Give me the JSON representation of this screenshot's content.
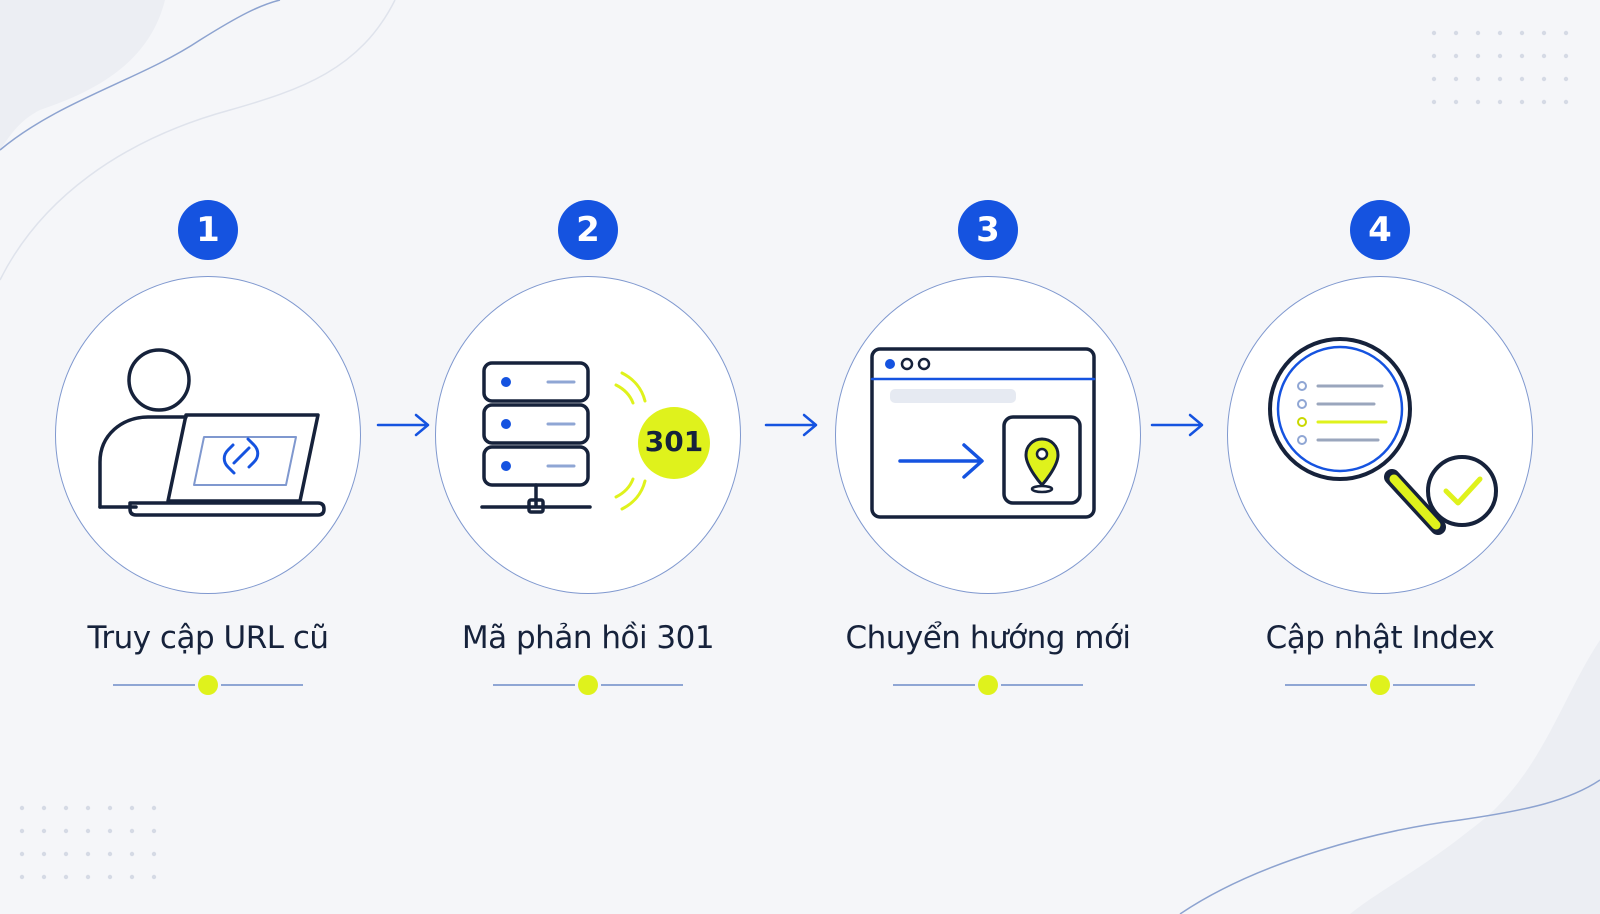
{
  "steps": [
    {
      "number": "1",
      "label": "Truy cập URL cũ"
    },
    {
      "number": "2",
      "label": "Mã phản hồi 301"
    },
    {
      "number": "3",
      "label": "Chuyển hướng mới"
    },
    {
      "number": "4",
      "label": "Cập nhật Index"
    }
  ],
  "server_badge": "301",
  "colors": {
    "primary_blue": "#1553e0",
    "accent_yellow": "#dff21c",
    "navy_stroke": "#16223b",
    "background": "#f5f6f9"
  }
}
